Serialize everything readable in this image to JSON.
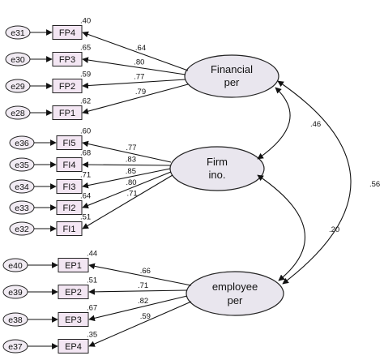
{
  "colors": {
    "line": "#111111",
    "latent_fill": "#e9e6ee",
    "latent_stroke": "#222222",
    "box_fill": "#f3e6f3",
    "box_stroke": "#222222",
    "error_fill": "#f1ebf3",
    "background": "#ffffff"
  },
  "latents": {
    "financial": {
      "line1": "Financial",
      "line2": "per"
    },
    "firm": {
      "line1": "Firm",
      "line2": "ino."
    },
    "employee": {
      "line1": "employee",
      "line2": "per"
    }
  },
  "indicators": [
    {
      "id": "fp4",
      "label": "FP4",
      "error": "e31",
      "r2": ".40",
      "loading": ".64",
      "latent": "financial"
    },
    {
      "id": "fp3",
      "label": "FP3",
      "error": "e30",
      "r2": ".65",
      "loading": ".80",
      "latent": "financial"
    },
    {
      "id": "fp2",
      "label": "FP2",
      "error": "e29",
      "r2": ".59",
      "loading": ".77",
      "latent": "financial"
    },
    {
      "id": "fp1",
      "label": "FP1",
      "error": "e28",
      "r2": ".62",
      "loading": ".79",
      "latent": "financial"
    },
    {
      "id": "fi5",
      "label": "FI5",
      "error": "e36",
      "r2": ".60",
      "loading": ".77",
      "latent": "firm"
    },
    {
      "id": "fi4",
      "label": "FI4",
      "error": "e35",
      "r2": ".68",
      "loading": ".83",
      "latent": "firm"
    },
    {
      "id": "fi3",
      "label": "FI3",
      "error": "e34",
      "r2": ".71",
      "loading": ".85",
      "latent": "firm"
    },
    {
      "id": "fi2",
      "label": "FI2",
      "error": "e33",
      "r2": ".64",
      "loading": ".80",
      "latent": "firm"
    },
    {
      "id": "fi1",
      "label": "FI1",
      "error": "e32",
      "r2": ".51",
      "loading": ".71",
      "latent": "firm"
    },
    {
      "id": "ep1",
      "label": "EP1",
      "error": "e40",
      "r2": ".44",
      "loading": ".66",
      "latent": "employee"
    },
    {
      "id": "ep2",
      "label": "EP2",
      "error": "e39",
      "r2": ".51",
      "loading": ".71",
      "latent": "employee"
    },
    {
      "id": "ep3",
      "label": "EP3",
      "error": "e38",
      "r2": ".67",
      "loading": ".82",
      "latent": "employee"
    },
    {
      "id": "ep4",
      "label": "EP4",
      "error": "e37",
      "r2": ".35",
      "loading": ".59",
      "latent": "employee"
    }
  ],
  "covariances": [
    {
      "id": "fin-firm",
      "from": "financial",
      "to": "firm",
      "value": ".46"
    },
    {
      "id": "firm-emp",
      "from": "firm",
      "to": "employee",
      "value": ".20"
    },
    {
      "id": "fin-emp",
      "from": "financial",
      "to": "employee",
      "value": ".56"
    }
  ]
}
